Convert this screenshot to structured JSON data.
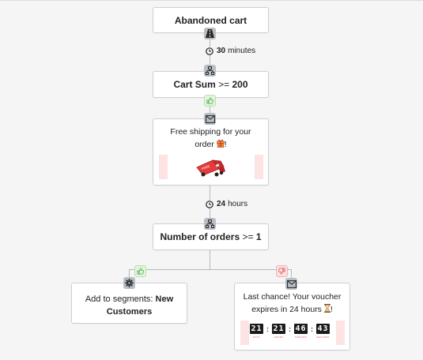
{
  "colors": {
    "background": "#f5f5f5",
    "card_border": "#cfcfcf",
    "badge_gray": "#b9bec6",
    "yes_green": "#4caf50",
    "no_red": "#e25555",
    "accent_pink": "#fde3e3"
  },
  "nodes": {
    "trigger": {
      "label": "Abandoned cart",
      "icon": "road-icon"
    },
    "wait1": {
      "icon": "clock-icon",
      "value": "30",
      "unit": "minutes"
    },
    "condition1": {
      "label_bold": "Cart Sum",
      "operator": ">=",
      "value": "200",
      "icon": "split-icon"
    },
    "yes_branch1": {
      "icon": "thumbs-up-icon"
    },
    "email1": {
      "icon": "envelope-icon",
      "line1": "Free shipping for your",
      "line2_prefix": "order ",
      "line2_suffix": "!",
      "emoji_icon": "gift-icon",
      "image_icon": "delivery-truck-icon"
    },
    "wait2": {
      "icon": "clock-icon",
      "value": "24",
      "unit": "hours"
    },
    "condition2": {
      "label_bold": "Number of orders",
      "operator": ">=",
      "value": "1",
      "icon": "split-icon"
    },
    "yes_branch2": {
      "icon": "thumbs-up-icon"
    },
    "no_branch2": {
      "icon": "thumbs-down-icon"
    },
    "segment_action": {
      "icon": "gear-icon",
      "prefix": "Add to segments:",
      "segment_part1": "New",
      "segment_part2": "Customers"
    },
    "email2": {
      "icon": "envelope-icon",
      "line1": "Last chance! Your voucher",
      "line2_prefix": "expires in 24 hours ",
      "line2_suffix": "!",
      "emoji_icon": "hourglass-icon",
      "countdown": {
        "days": "21",
        "hours": "21",
        "minutes": "46",
        "seconds": "43",
        "labels": [
          "DAYS",
          "HOURS",
          "MINUTES",
          "SECONDS"
        ],
        "separator": ":"
      }
    }
  }
}
